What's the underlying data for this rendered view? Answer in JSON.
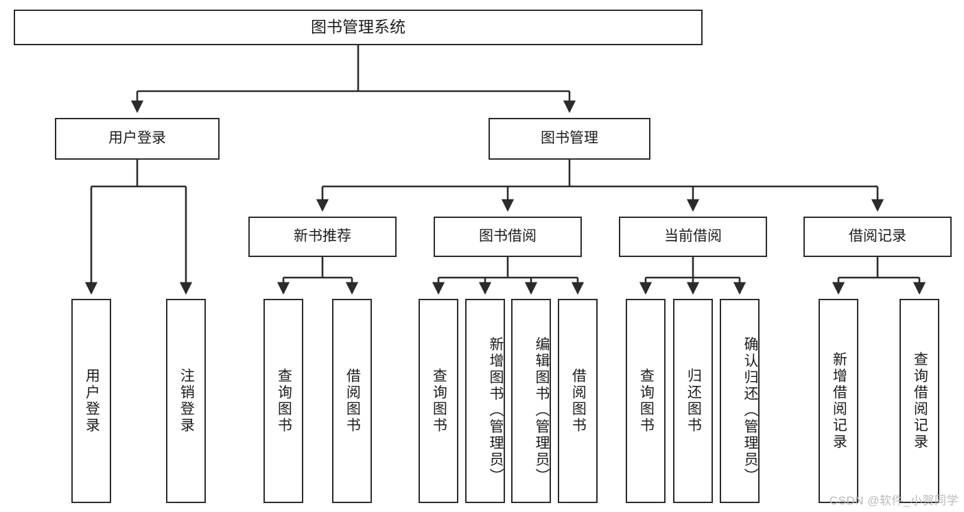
{
  "diagram": {
    "title": "图书管理系统",
    "type": "tree-hierarchy-diagram",
    "watermark": "CSDN @软件_小贺同学",
    "colors": {
      "box_border": "#2b2b2b",
      "box_fill": "#ffffff",
      "connector": "#2b2b2b",
      "text": "#1b1b1b",
      "watermark": "#b9b9b9",
      "background": "#ffffff"
    },
    "root": {
      "label": "图书管理系统"
    },
    "level2": [
      {
        "label": "用户登录"
      },
      {
        "label": "图书管理"
      }
    ],
    "level3": [
      {
        "label": "新书推荐"
      },
      {
        "label": "图书借阅"
      },
      {
        "label": "当前借阅"
      },
      {
        "label": "借阅记录"
      }
    ],
    "leaves": {
      "user_login": [
        {
          "label": "用户登录"
        },
        {
          "label": "注销登录"
        }
      ],
      "new_book_recommend": [
        {
          "label": "查询图书"
        },
        {
          "label": "借阅图书"
        }
      ],
      "book_borrow": [
        {
          "label": "查询图书"
        },
        {
          "label": "新增图书（管理员）"
        },
        {
          "label": "编辑图书（管理员）"
        },
        {
          "label": "借阅图书"
        }
      ],
      "current_borrow": [
        {
          "label": "查询图书"
        },
        {
          "label": "归还图书"
        },
        {
          "label": "确认归还（管理员）"
        }
      ],
      "borrow_record": [
        {
          "label": "新增借阅记录"
        },
        {
          "label": "查询借阅记录"
        }
      ]
    }
  }
}
